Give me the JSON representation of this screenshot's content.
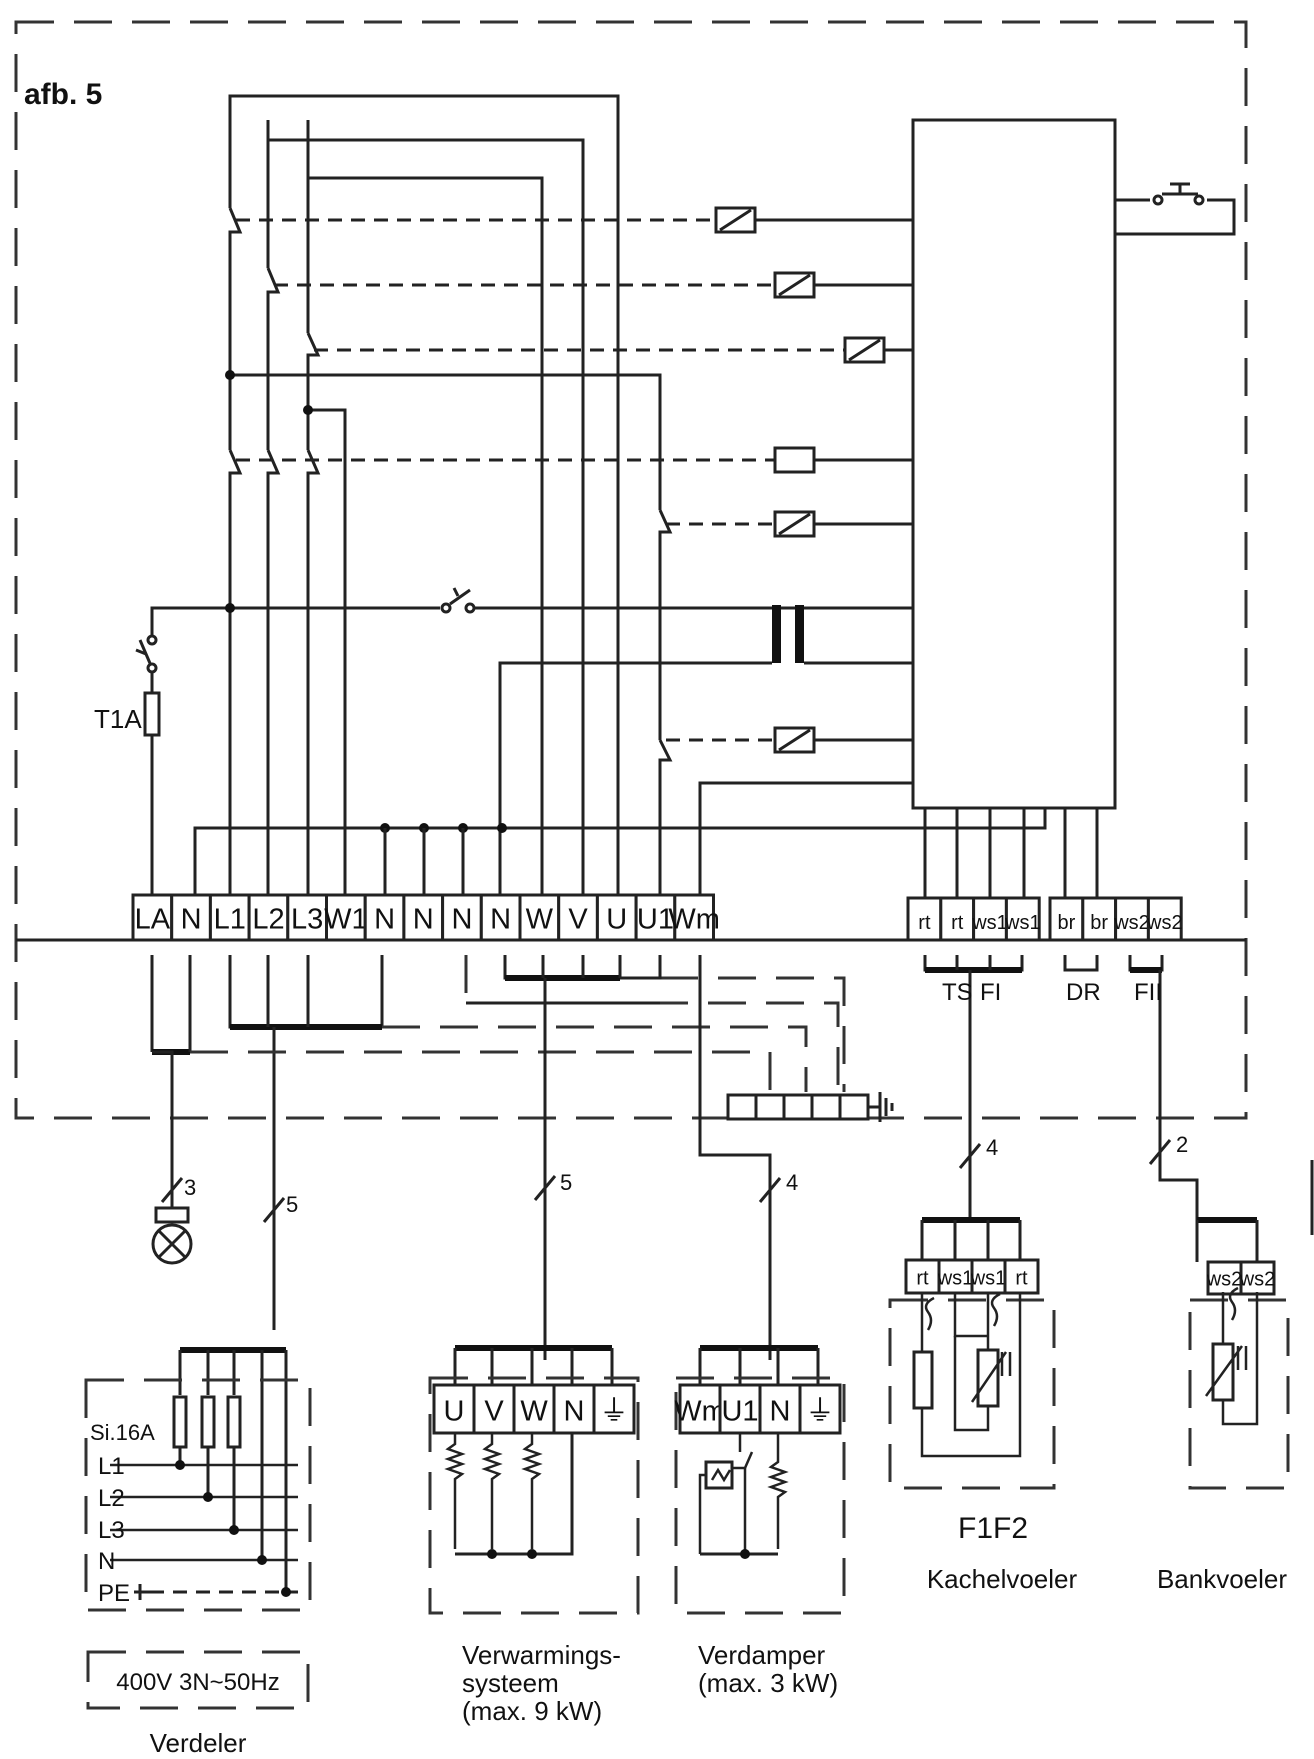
{
  "figure_label": "afb. 5",
  "fuse_label": "T1A",
  "main_terminals": [
    "LA",
    "N",
    "L1",
    "L2",
    "L3",
    "W1",
    "N",
    "N",
    "N",
    "N",
    "W",
    "V",
    "U",
    "U1",
    "Wm"
  ],
  "sensor_terminals": [
    "rt",
    "rt",
    "ws1",
    "ws1",
    "br",
    "br",
    "ws2",
    "ws2"
  ],
  "sensor_group_labels": {
    "ts": "TS",
    "fi": "FI",
    "dr": "DR",
    "fii": "FII"
  },
  "cable_counts": {
    "lamp": "3",
    "verdeler": "5",
    "heating": "5",
    "evaporator": "4",
    "kachel": "4",
    "bank": "2"
  },
  "verdeler": {
    "fuse_label": "Si.16A",
    "lines": [
      "L1",
      "L2",
      "L3",
      "N",
      "PE"
    ],
    "supply": "400V 3N~50Hz",
    "caption": "Verdeler"
  },
  "heating": {
    "terminals": [
      "U",
      "V",
      "W",
      "N",
      "⏚"
    ],
    "caption_lines": [
      "Verwarmings-",
      "systeem",
      "(max. 9 kW)"
    ]
  },
  "evaporator": {
    "terminals": [
      "Wm",
      "U1",
      "N",
      "⏚"
    ],
    "caption_lines": [
      "Verdamper",
      "(max. 3 kW)"
    ]
  },
  "kachel": {
    "terminals": [
      "rt",
      "ws1",
      "ws1",
      "rt"
    ],
    "code": "F1F2",
    "caption": "Kachelvoeler"
  },
  "bank": {
    "terminals": [
      "ws2",
      "ws2"
    ],
    "caption": "Bankvoeler"
  }
}
